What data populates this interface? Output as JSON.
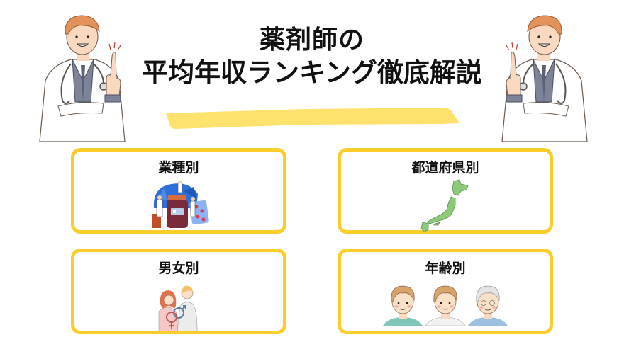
{
  "header": {
    "title_line1": "薬剤師の",
    "title_line2": "平均年収ランキング徹底解説",
    "highlight_color": "#FFE26E"
  },
  "decorations": {
    "left_figure": "doctor-pointing-icon",
    "right_figure": "doctor-pointing-icon"
  },
  "cards": [
    {
      "id": "industry",
      "label": "業種別",
      "icon": "pharmacy-medicine-illustration-icon"
    },
    {
      "id": "prefecture",
      "label": "都道府県別",
      "icon": "japan-map-icon"
    },
    {
      "id": "gender",
      "label": "男女別",
      "icon": "male-female-couple-icon"
    },
    {
      "id": "age",
      "label": "年齢別",
      "icon": "three-ages-faces-icon"
    }
  ],
  "colors": {
    "card_border": "#F9CE2A",
    "map_green": "#8BCB7A",
    "text": "#111111"
  }
}
